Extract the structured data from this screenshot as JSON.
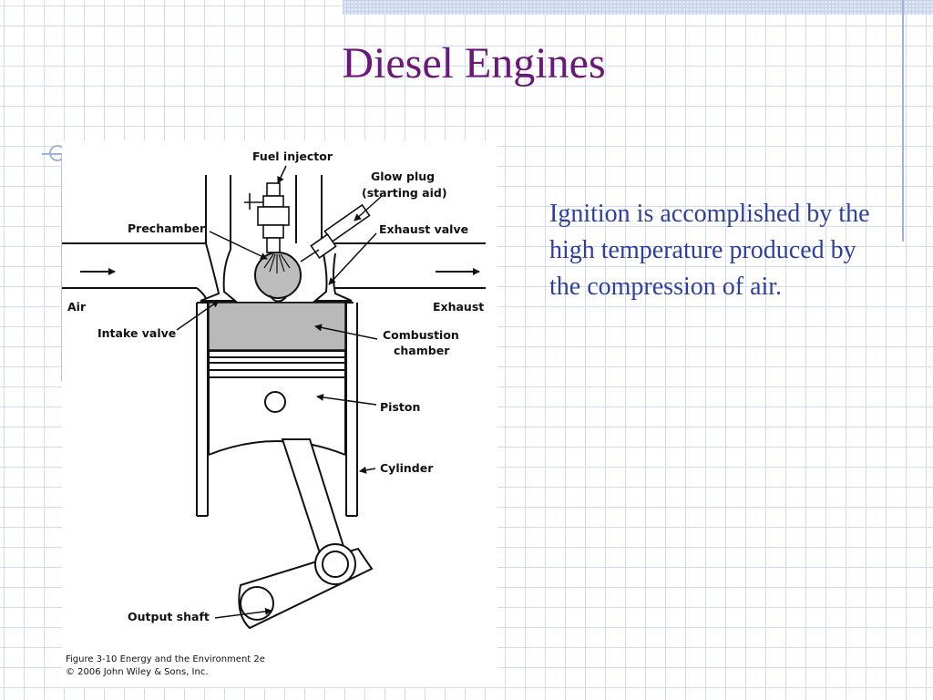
{
  "slide": {
    "title": "Diesel Engines",
    "body_text": "Ignition is accomplished by the high temperature produced by the compression of air."
  },
  "diagram": {
    "labels": {
      "fuel_injector": "Fuel injector",
      "glow_plug_line1": "Glow plug",
      "glow_plug_line2": "(starting aid)",
      "prechamber": "Prechamber",
      "exhaust_valve": "Exhaust valve",
      "air": "Air",
      "exhaust": "Exhaust",
      "intake_valve": "Intake valve",
      "combustion_chamber_line1": "Combustion",
      "combustion_chamber_line2": "chamber",
      "piston": "Piston",
      "cylinder": "Cylinder",
      "output_shaft": "Output shaft"
    },
    "caption_line1": "Figure 3-10  Energy and the Environment 2e",
    "caption_line2": "© 2006 John Wiley & Sons, Inc."
  },
  "colors": {
    "title": "#6b1779",
    "body_text": "#2e3fa0",
    "combustion_chamber_fill": "#b9b9b9",
    "grid": "#d3dced"
  }
}
